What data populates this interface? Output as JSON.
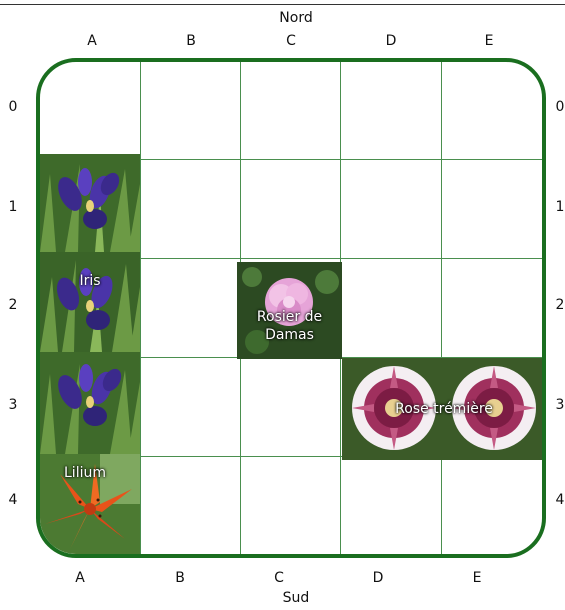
{
  "compass": {
    "north": "Nord",
    "south": "Sud"
  },
  "columns": [
    "A",
    "B",
    "C",
    "D",
    "E"
  ],
  "rows": [
    "0",
    "1",
    "2",
    "3",
    "4"
  ],
  "plants": {
    "iris": "Iris",
    "rose_damas": "Rosier de\nDamas",
    "rose_tremiere": "Rose trémière",
    "lilium": "Lilium"
  },
  "colors": {
    "border": "#1a6e1f",
    "gridline": "#4a8f4e"
  }
}
